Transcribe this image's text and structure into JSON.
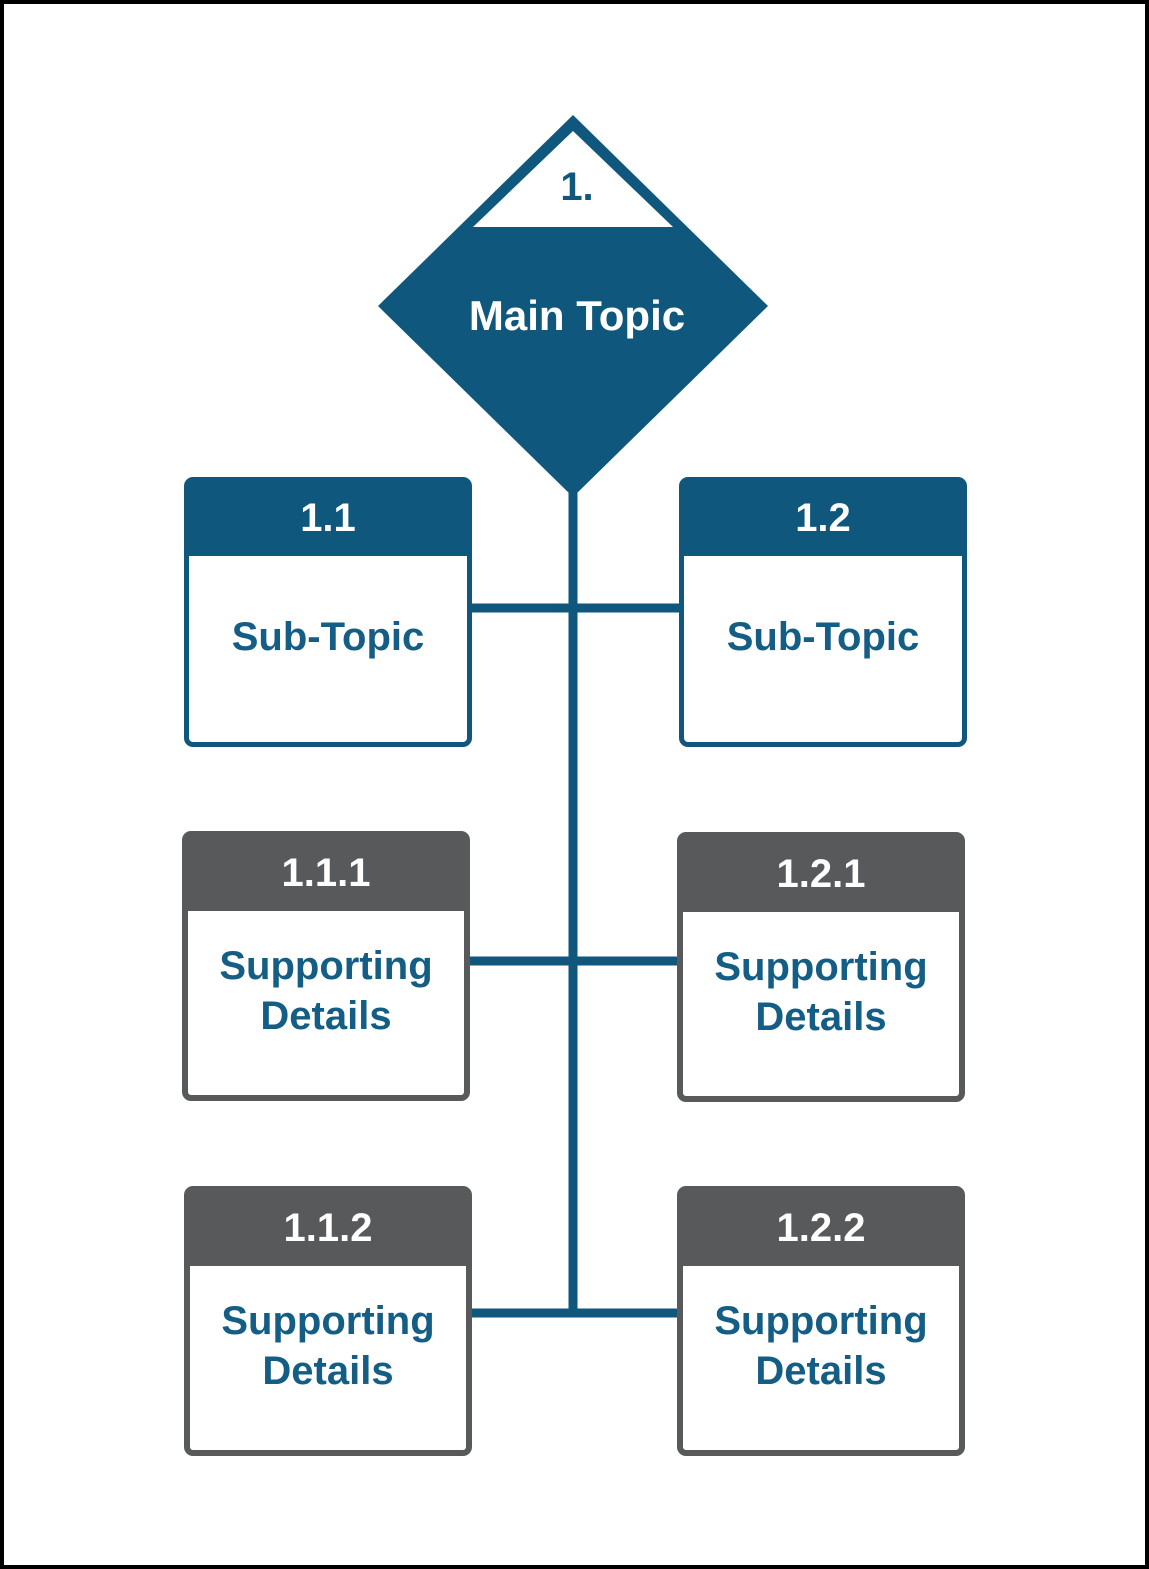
{
  "colors": {
    "accent_teal": "#0f577c",
    "text_teal": "#145e85",
    "detail_gray": "#58595b",
    "frame_black": "#000000",
    "background_white": "#ffffff"
  },
  "diagram": {
    "main": {
      "number": "1.",
      "label": "Main Topic"
    },
    "nodes": [
      {
        "number": "1.1",
        "label": "Sub-Topic",
        "level": "sub-topic"
      },
      {
        "number": "1.2",
        "label": "Sub-Topic",
        "level": "sub-topic"
      },
      {
        "number": "1.1.1",
        "label": "Supporting Details",
        "level": "supporting-details"
      },
      {
        "number": "1.2.1",
        "label": "Supporting Details",
        "level": "supporting-details"
      },
      {
        "number": "1.1.2",
        "label": "Supporting Details",
        "level": "supporting-details"
      },
      {
        "number": "1.2.2",
        "label": "Supporting Details",
        "level": "supporting-details"
      }
    ]
  }
}
